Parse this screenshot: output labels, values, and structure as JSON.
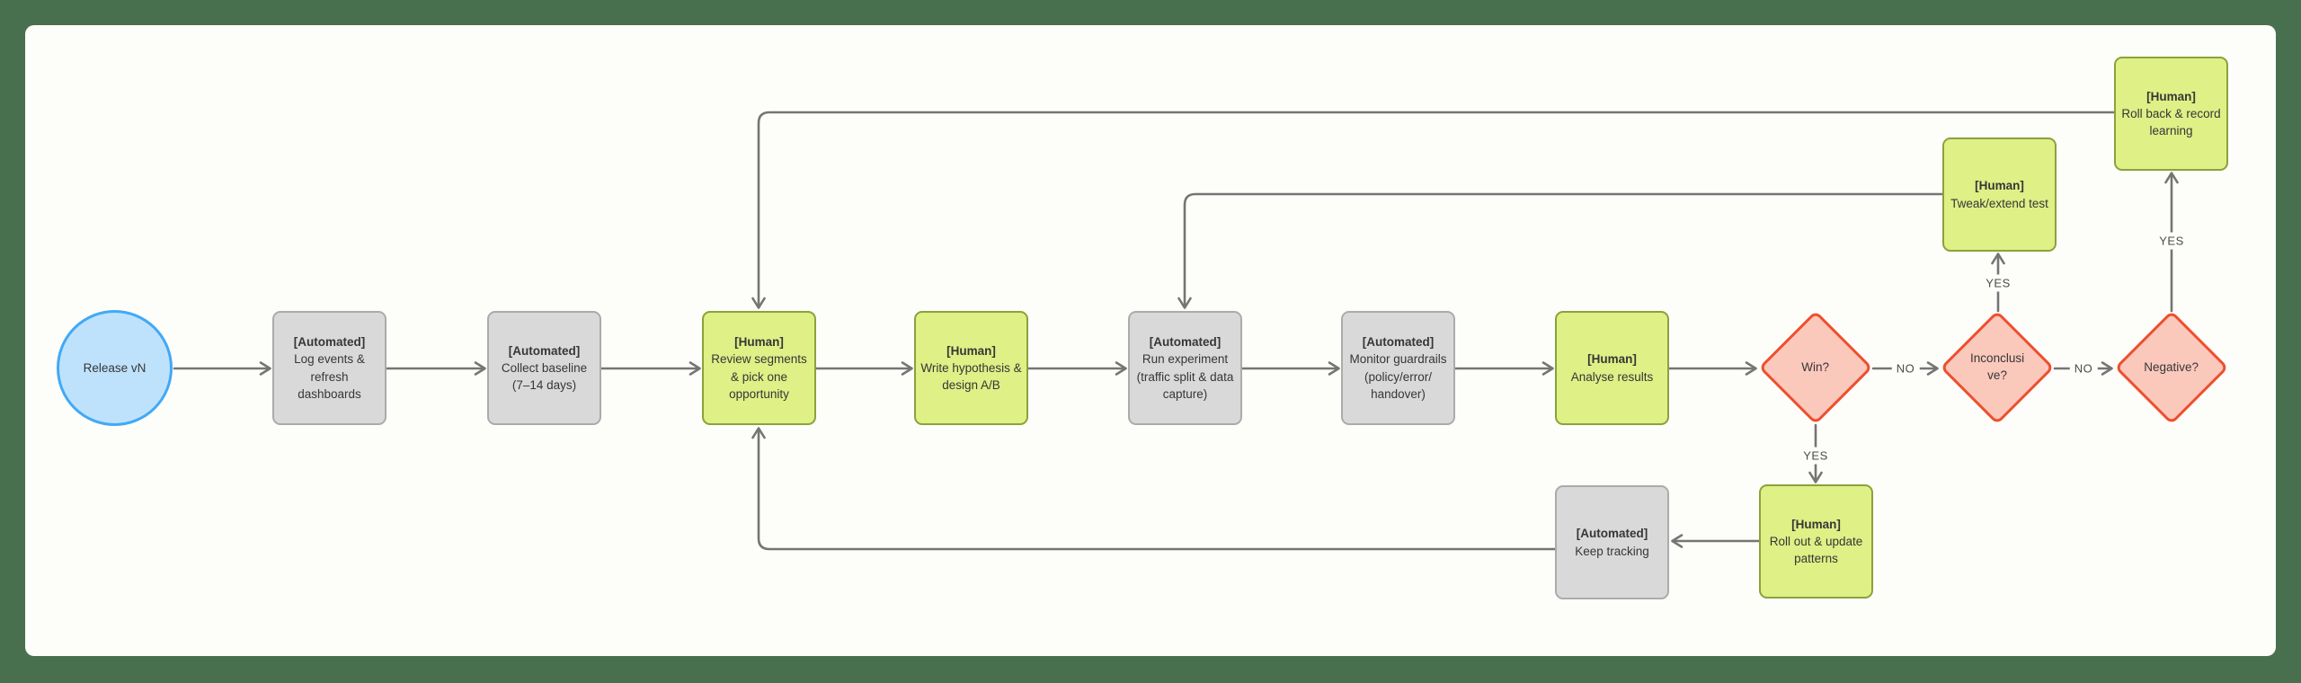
{
  "diagram": {
    "nodes": {
      "release": {
        "text": "Release vN"
      },
      "log_events": {
        "tag": "[Automated]",
        "text": "Log events &\nrefresh\ndashboards"
      },
      "collect_baseline": {
        "tag": "[Automated]",
        "text": "Collect baseline\n(7–14 days)"
      },
      "review_segments": {
        "tag": "[Human]",
        "text": "Review segments\n& pick one\nopportunity"
      },
      "write_hypothesis": {
        "tag": "[Human]",
        "text": "Write hypothesis &\ndesign A/B"
      },
      "run_experiment": {
        "tag": "[Automated]",
        "text": "Run experiment\n(traffic split & data\ncapture)"
      },
      "monitor_guardrails": {
        "tag": "[Automated]",
        "text": "Monitor guardrails\n(policy/error/\nhandover)"
      },
      "analyse_results": {
        "tag": "[Human]",
        "text": "Analyse results"
      },
      "win": {
        "text": "Win?"
      },
      "inconclusive": {
        "text": "Inconclusi\nve?"
      },
      "negative": {
        "text": "Negative?"
      },
      "tweak_extend": {
        "tag": "[Human]",
        "text": "Tweak/extend test"
      },
      "roll_back": {
        "tag": "[Human]",
        "text": "Roll back & record\nlearning"
      },
      "roll_out": {
        "tag": "[Human]",
        "text": "Roll out & update\npatterns"
      },
      "keep_tracking": {
        "tag": "[Automated]",
        "text": "Keep tracking"
      }
    },
    "edge_labels": {
      "win_no": "NO",
      "inconclusive_no": "NO",
      "win_yes": "YES",
      "inconclusive_yes": "YES",
      "negative_yes": "YES"
    },
    "colors": {
      "bg": "#48704e",
      "canvas": "#fdfdfa",
      "line": "#757575",
      "gray_fill": "#d9d9d9",
      "gray_border": "#ababab",
      "green_fill": "#def086",
      "green_border": "#8aa23c",
      "blue_fill": "#bfe2fc",
      "blue_border": "#41a9f6",
      "red_fill": "#fbc8bc",
      "red_border": "#ee4f2e",
      "text": "#363636",
      "label": "#4a4a4a"
    }
  }
}
